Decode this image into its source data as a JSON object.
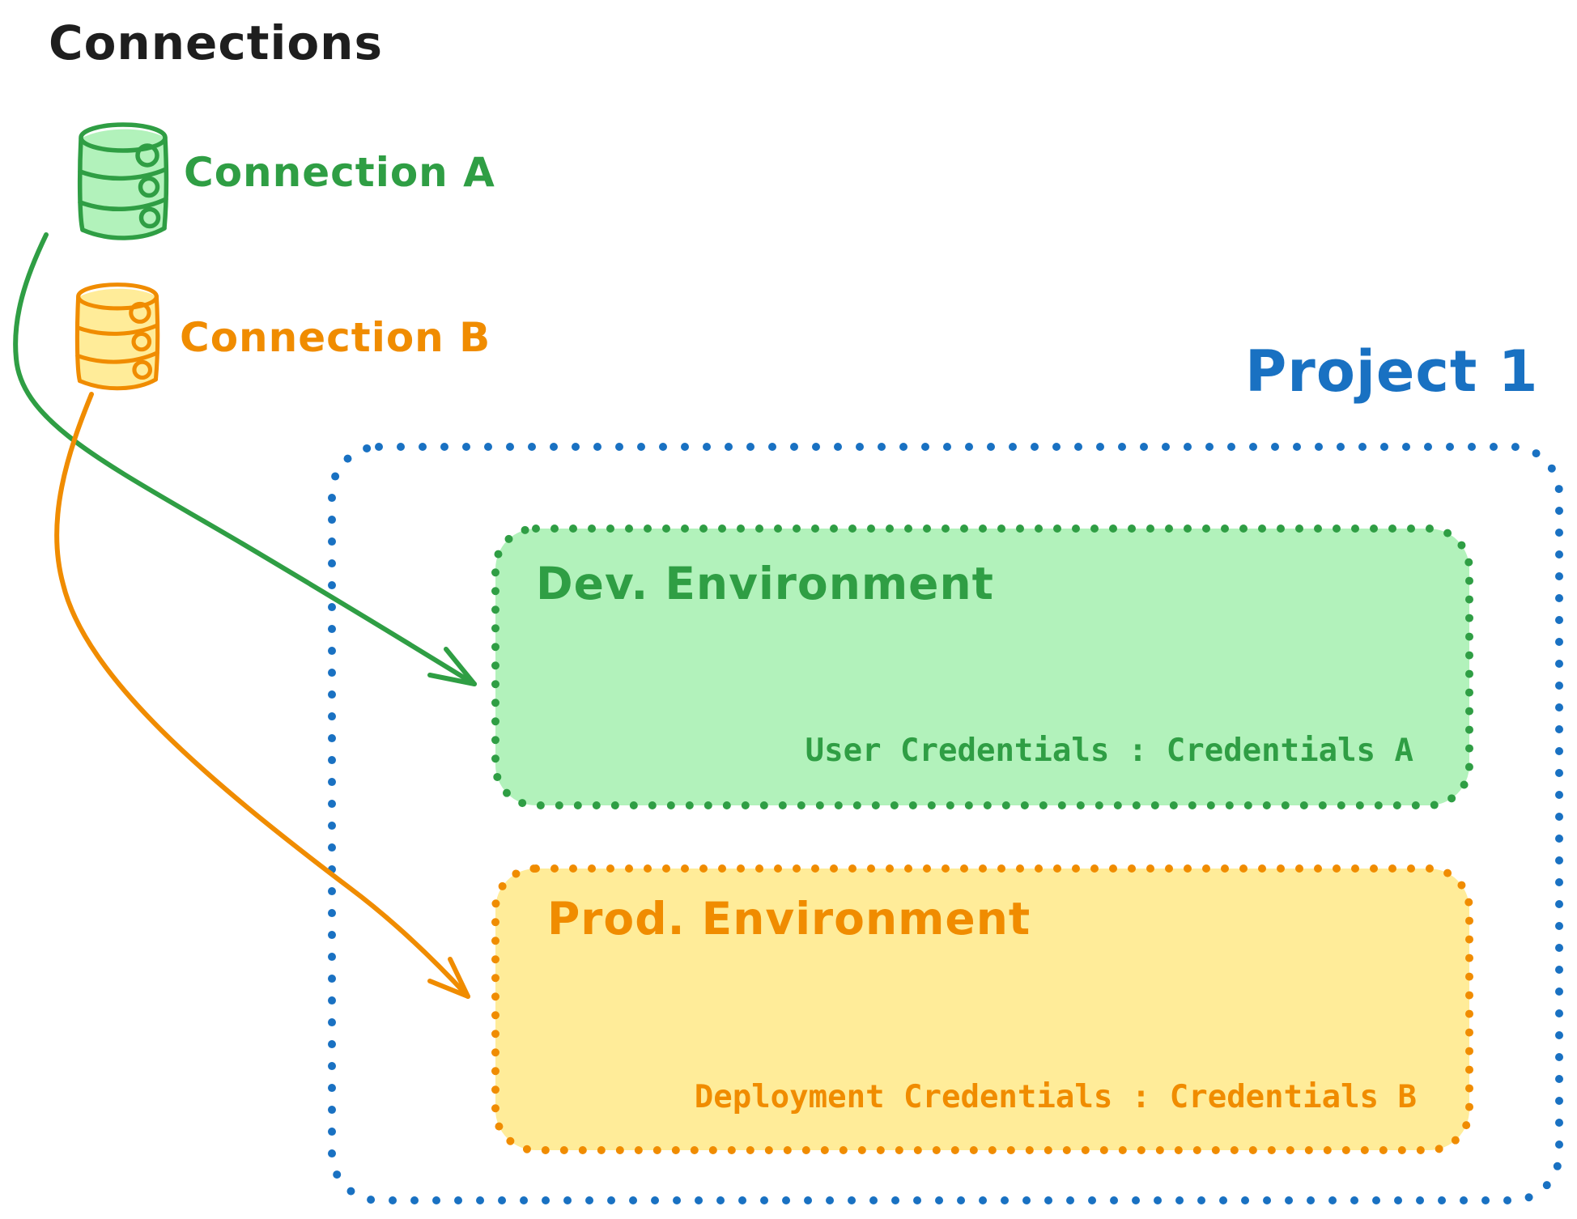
{
  "colors": {
    "ink": "#1e1e1e",
    "green": "#2f9e44",
    "green-fill": "#b2f2bb",
    "orange": "#f08c00",
    "orange-fill": "#ffec99",
    "blue": "#1971c2"
  },
  "diagram": {
    "title": "Connections",
    "connections": [
      {
        "label": "Connection A",
        "icon": "database-icon",
        "color": "#2f9e44"
      },
      {
        "label": "Connection B",
        "icon": "database-icon",
        "color": "#f08c00"
      }
    ],
    "project": {
      "label": "Project 1",
      "environments": [
        {
          "name": "Dev. Environment",
          "credentials_label": "User Credentials : Credentials A",
          "source_connection": "Connection A",
          "color": "#2f9e44"
        },
        {
          "name": "Prod. Environment",
          "credentials_label": "Deployment Credentials : Credentials B",
          "source_connection": "Connection B",
          "color": "#f08c00"
        }
      ]
    }
  }
}
